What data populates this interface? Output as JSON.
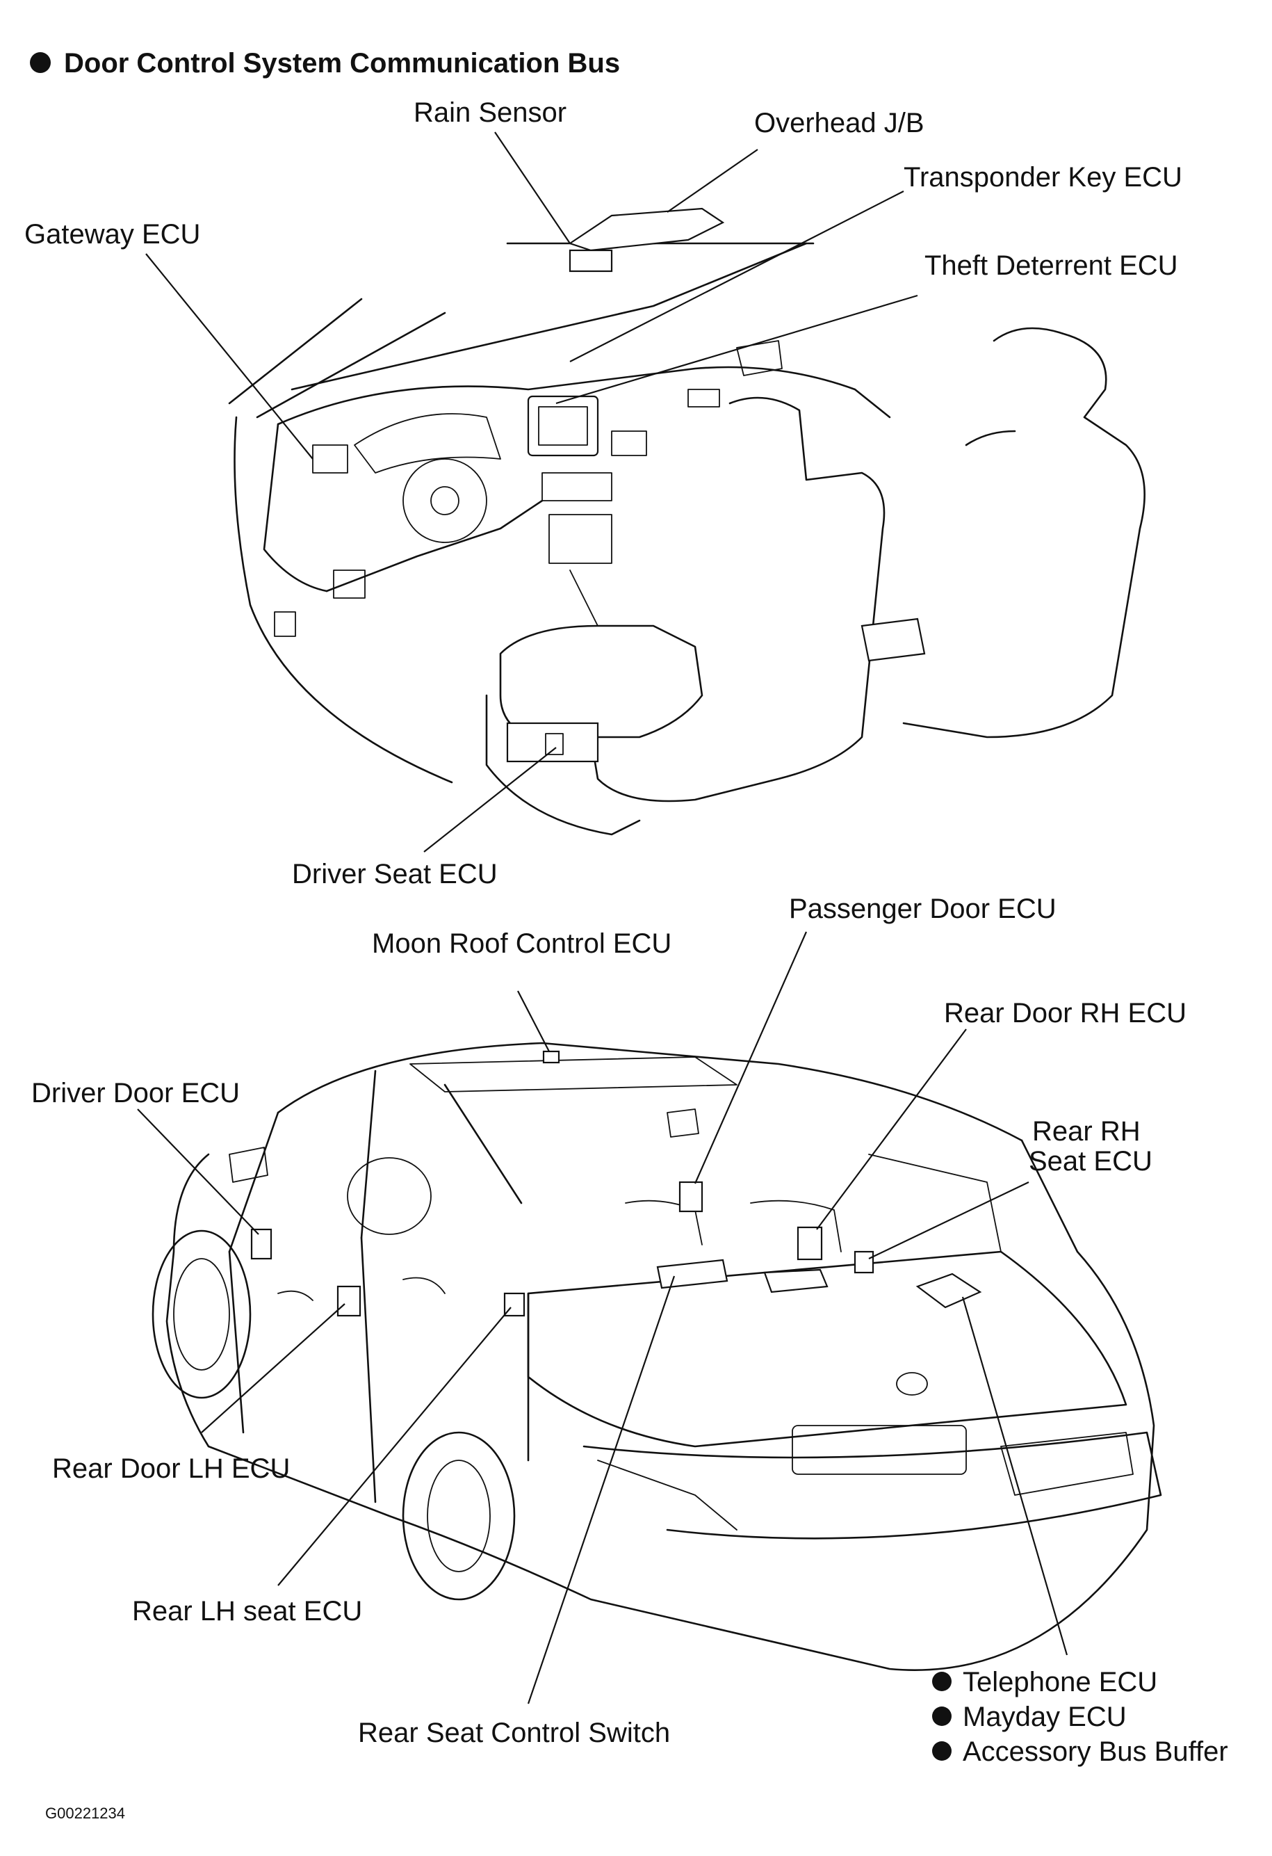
{
  "title": "Door Control System Communication Bus",
  "figure_code": "G00221234",
  "colors": {
    "ink": "#111111",
    "background": "#ffffff"
  },
  "interior_labels": {
    "rain_sensor": "Rain Sensor",
    "overhead_jb": "Overhead J/B",
    "transponder_key_ecu": "Transponder Key ECU",
    "gateway_ecu": "Gateway ECU",
    "theft_deterrent_ecu": "Theft Deterrent ECU",
    "driver_seat_ecu": "Driver Seat ECU"
  },
  "exterior_labels": {
    "passenger_door_ecu": "Passenger Door ECU",
    "moon_roof_control_ecu": "Moon Roof Control ECU",
    "rear_door_rh_ecu": "Rear Door RH ECU",
    "driver_door_ecu": "Driver Door ECU",
    "rear_rh_seat_ecu_line1": "Rear RH",
    "rear_rh_seat_ecu_line2": "Seat ECU",
    "rear_door_lh_ecu": "Rear Door LH ECU",
    "rear_lh_seat_ecu": "Rear LH seat ECU",
    "rear_seat_control_switch": "Rear Seat Control Switch"
  },
  "bullet_list": [
    "Telephone ECU",
    "Mayday ECU",
    "Accessory Bus Buffer"
  ]
}
